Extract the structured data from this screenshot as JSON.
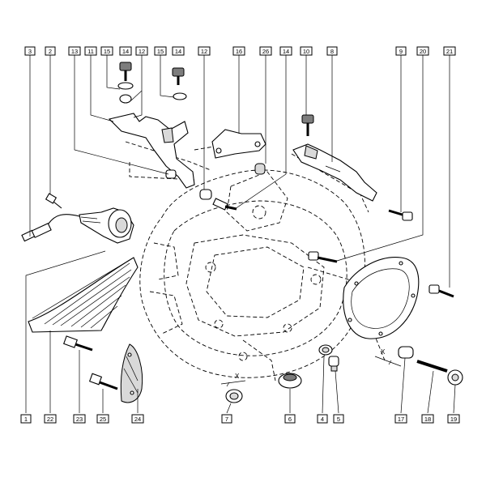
{
  "diagram": {
    "labels_top": [
      {
        "id": "label-3",
        "text": "3"
      },
      {
        "id": "label-2",
        "text": "2"
      },
      {
        "id": "label-13",
        "text": "13"
      },
      {
        "id": "label-11",
        "text": "11"
      },
      {
        "id": "label-15a",
        "text": "15"
      },
      {
        "id": "label-14a",
        "text": "14"
      },
      {
        "id": "label-12a",
        "text": "12"
      },
      {
        "id": "label-15b",
        "text": "15"
      },
      {
        "id": "label-14b",
        "text": "14"
      },
      {
        "id": "label-12b",
        "text": "12"
      },
      {
        "id": "label-16",
        "text": "16"
      },
      {
        "id": "label-26",
        "text": "26"
      },
      {
        "id": "label-14c",
        "text": "14"
      },
      {
        "id": "label-10",
        "text": "10"
      },
      {
        "id": "label-8",
        "text": "8"
      },
      {
        "id": "label-9",
        "text": "9"
      },
      {
        "id": "label-20",
        "text": "20"
      },
      {
        "id": "label-21",
        "text": "21"
      }
    ],
    "labels_bottom": [
      {
        "id": "label-1",
        "text": "1"
      },
      {
        "id": "label-22",
        "text": "22"
      },
      {
        "id": "label-23",
        "text": "23"
      },
      {
        "id": "label-25",
        "text": "25"
      },
      {
        "id": "label-24",
        "text": "24"
      },
      {
        "id": "label-7",
        "text": "7"
      },
      {
        "id": "label-6",
        "text": "6"
      },
      {
        "id": "label-4",
        "text": "4"
      },
      {
        "id": "label-5",
        "text": "5"
      },
      {
        "id": "label-17",
        "text": "17"
      },
      {
        "id": "label-18",
        "text": "18"
      },
      {
        "id": "label-19",
        "text": "19"
      }
    ],
    "dimension_marks": [
      {
        "id": "x-mark-1",
        "text": "X"
      },
      {
        "id": "x-mark-2",
        "text": "X"
      }
    ]
  }
}
